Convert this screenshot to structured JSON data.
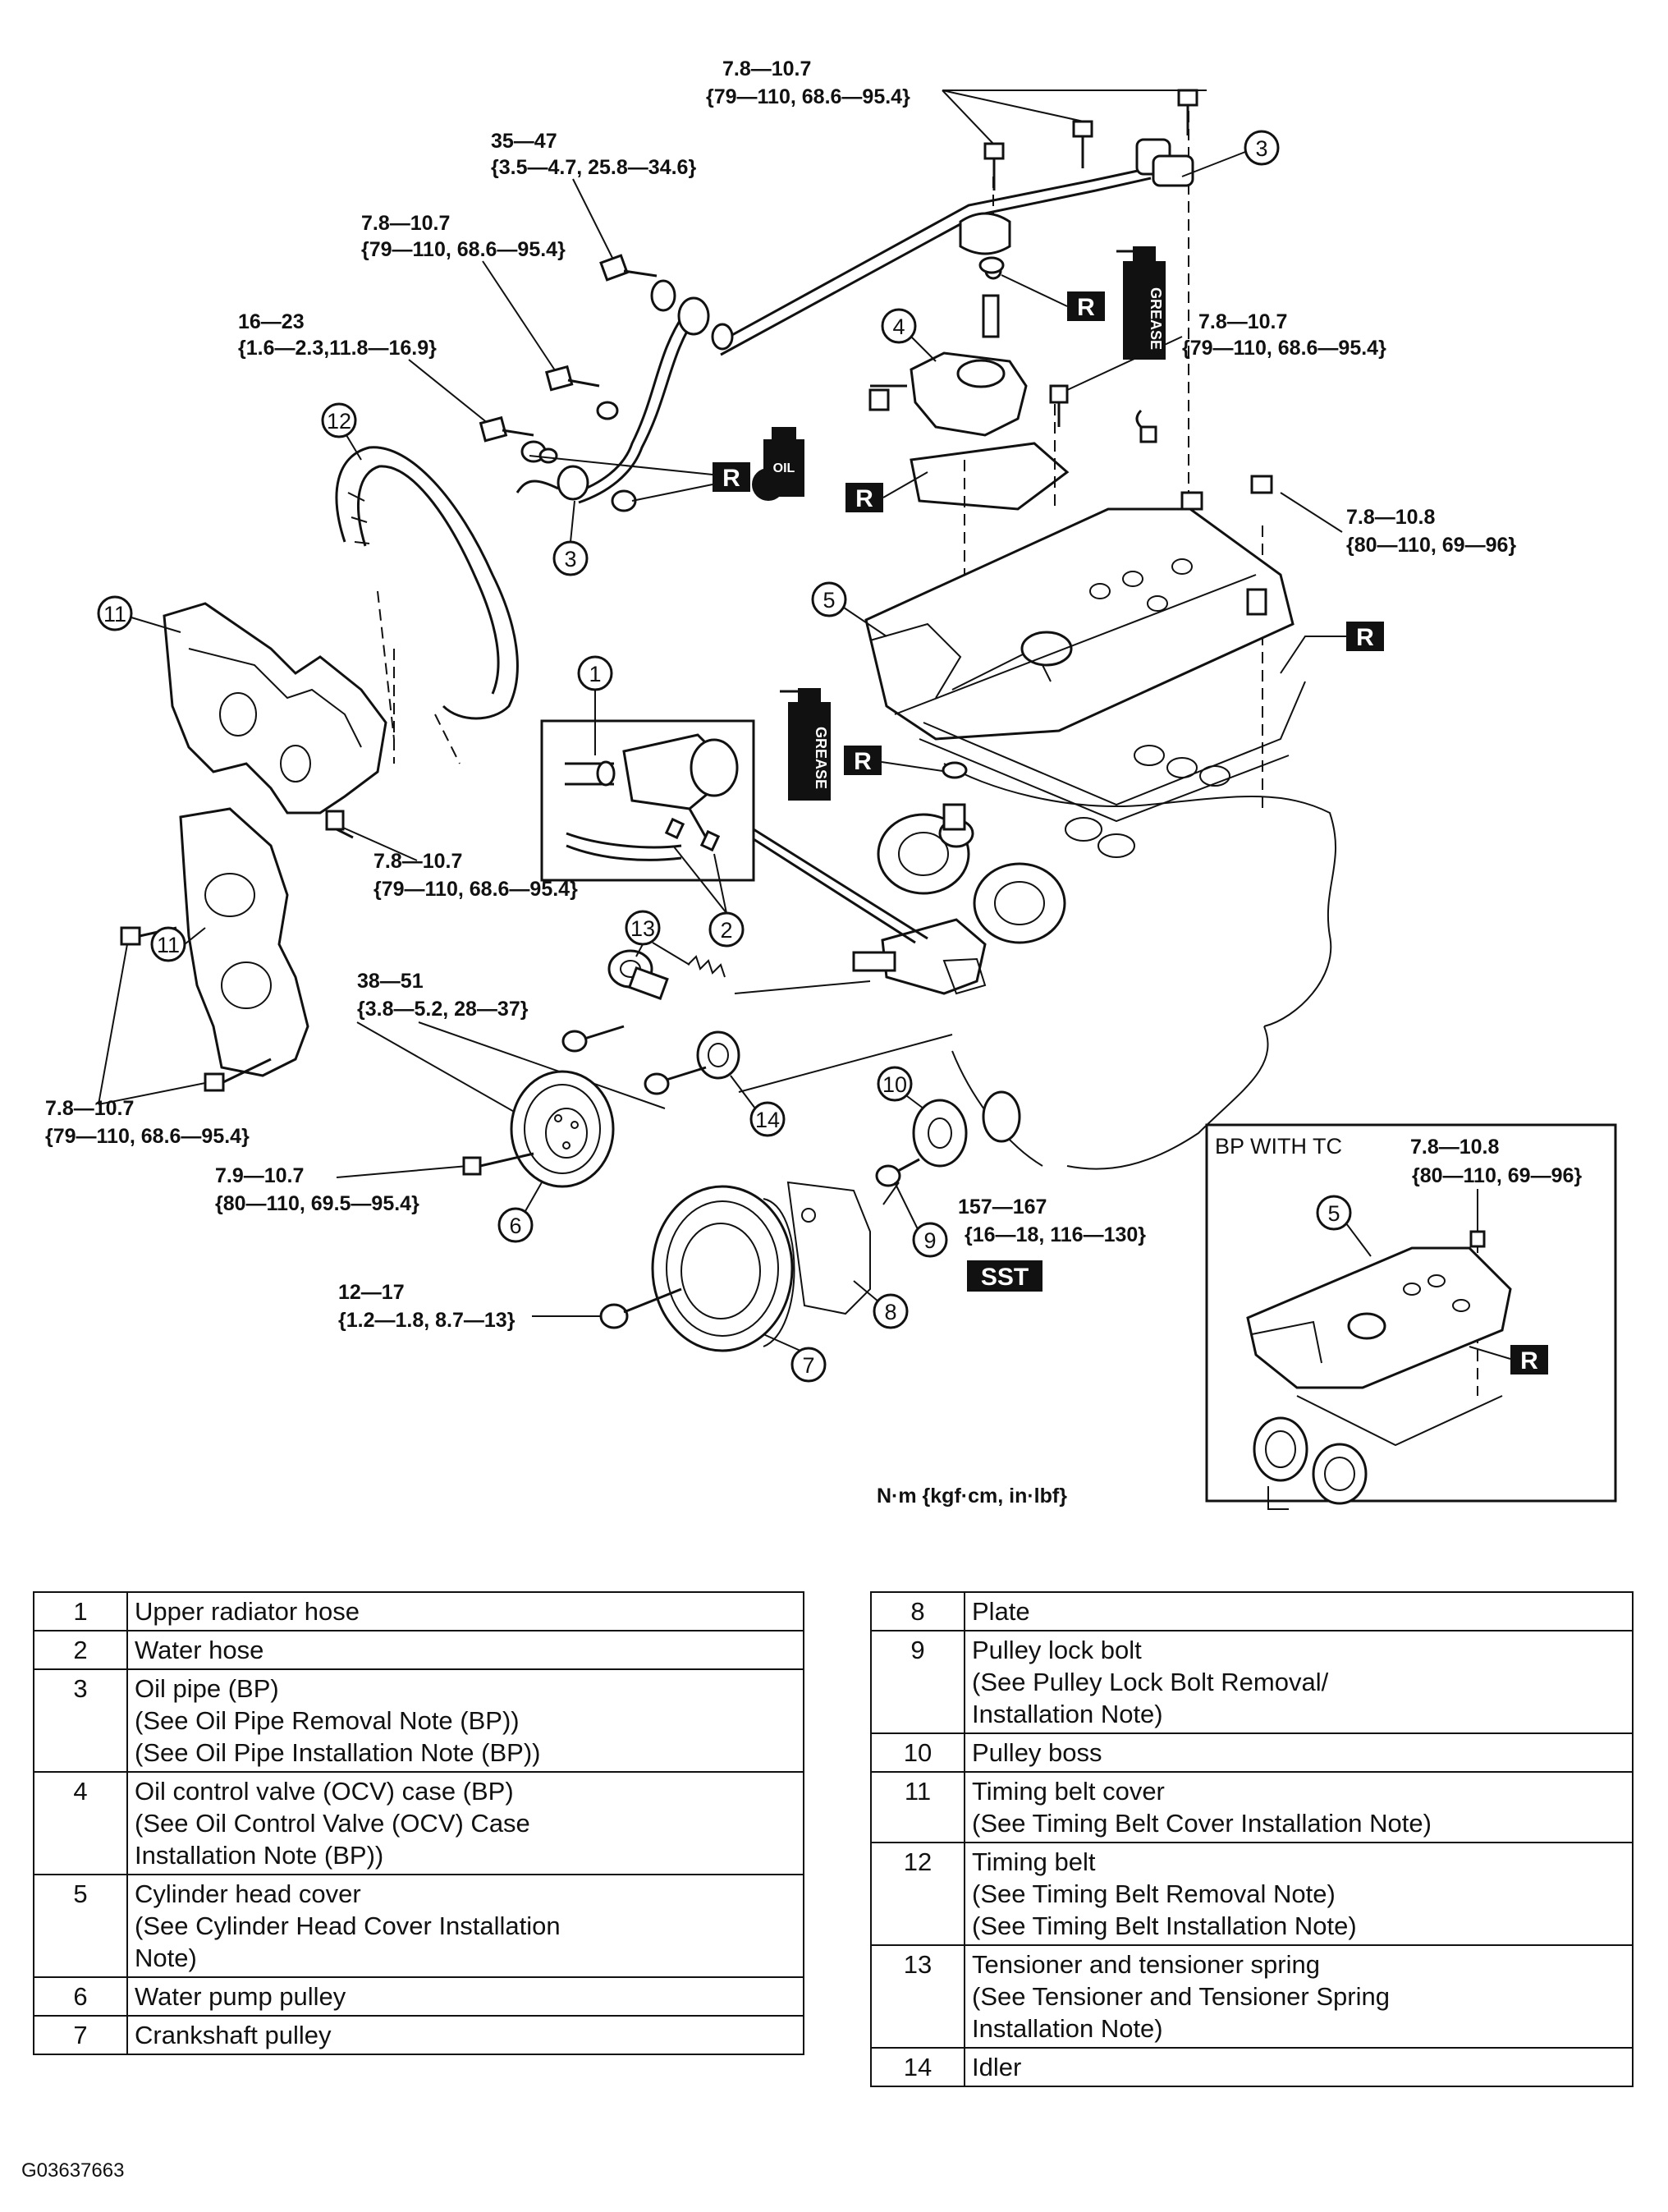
{
  "torque_units": "N·m {kgf·cm, in·lbf}",
  "figure_id": "G03637663",
  "inset_title": "BP WITH TC",
  "symbols": {
    "replace": "R",
    "special_tool": "SST",
    "grease": "GREASE",
    "oil": "OIL"
  },
  "torques": {
    "t_top": [
      "7.8—10.7",
      "{79—110, 68.6—95.4}"
    ],
    "t_35": [
      "35—47",
      "{3.5—4.7, 25.8—34.6}"
    ],
    "t_oil": [
      "7.8—10.7",
      "{79—110, 68.6—95.4}"
    ],
    "t_16": [
      "16—23",
      "{1.6—2.3,11.8—16.9}"
    ],
    "t_ocv": [
      "7.8—10.7",
      "{79—110, 68.6—95.4}"
    ],
    "t_head": [
      "7.8—10.8",
      "{80—110, 69—96}"
    ],
    "t_cover": [
      "7.8—10.7",
      "{79—110, 68.6—95.4}"
    ],
    "t_38": [
      "38—51",
      "{3.8—5.2, 28—37}"
    ],
    "t_lower": [
      "7.8—10.7",
      "{79—110, 68.6—95.4}"
    ],
    "t_79": [
      "7.9—10.7",
      "{80—110, 69.5—95.4}"
    ],
    "t_157": [
      "157—167",
      "{16—18, 116—130}"
    ],
    "t_12": [
      "12—17",
      "{1.2—1.8, 8.7—13}"
    ],
    "t_inset": [
      "7.8—10.8",
      "{80—110, 69—96}"
    ]
  },
  "parts_left": [
    {
      "no": "1",
      "lines": [
        "Upper radiator hose"
      ]
    },
    {
      "no": "2",
      "lines": [
        "Water hose"
      ]
    },
    {
      "no": "3",
      "lines": [
        "Oil pipe (BP)",
        "(See Oil Pipe Removal Note (BP))",
        "(See Oil Pipe Installation Note (BP))"
      ]
    },
    {
      "no": "4",
      "lines": [
        "Oil control valve (OCV) case (BP)",
        "(See Oil Control Valve (OCV) Case",
        "Installation Note (BP))"
      ]
    },
    {
      "no": "5",
      "lines": [
        "Cylinder head cover",
        "(See Cylinder Head Cover Installation",
        "Note)"
      ]
    },
    {
      "no": "6",
      "lines": [
        "Water pump pulley"
      ]
    },
    {
      "no": "7",
      "lines": [
        "Crankshaft pulley"
      ]
    }
  ],
  "parts_right": [
    {
      "no": "8",
      "lines": [
        "Plate"
      ]
    },
    {
      "no": "9",
      "lines": [
        "Pulley lock bolt",
        "(See Pulley Lock Bolt Removal/",
        "Installation Note)"
      ]
    },
    {
      "no": "10",
      "lines": [
        "Pulley boss"
      ]
    },
    {
      "no": "11",
      "lines": [
        "Timing belt cover",
        "(See Timing Belt Cover Installation Note)"
      ]
    },
    {
      "no": "12",
      "lines": [
        "Timing belt",
        "(See Timing Belt Removal Note)",
        "(See Timing Belt Installation Note)"
      ]
    },
    {
      "no": "13",
      "lines": [
        "Tensioner and tensioner spring",
        "(See Tensioner and Tensioner Spring",
        "Installation Note)"
      ]
    },
    {
      "no": "14",
      "lines": [
        "Idler"
      ]
    }
  ]
}
